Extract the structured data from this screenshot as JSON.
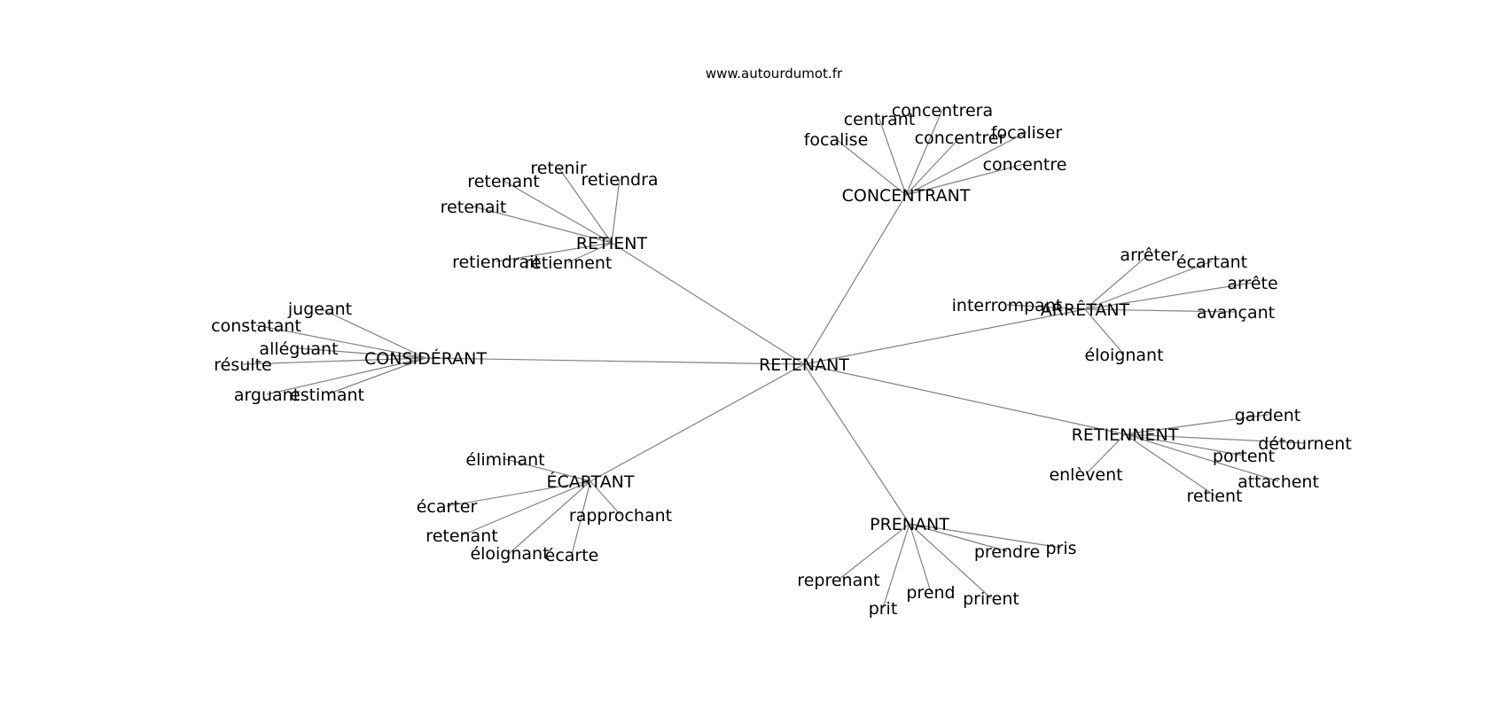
{
  "source_label": "www.autourdumot.fr",
  "colors": {
    "background": "#ffffff",
    "edge": "#808080",
    "text": "#000000"
  },
  "graph": {
    "center": "RETENANT",
    "clusters": [
      {
        "hub": "CONCENTRANT",
        "leaves": [
          "concentrera",
          "centrant",
          "concentrer",
          "focaliser",
          "focalise",
          "concentre"
        ]
      },
      {
        "hub": "RETIENT",
        "leaves": [
          "retenir",
          "retenant",
          "retiendra",
          "retenait",
          "retiendrait",
          "retiennent"
        ]
      },
      {
        "hub": "ARRÊTANT",
        "leaves": [
          "arrêter",
          "écartant",
          "arrête",
          "interrompant",
          "avançant",
          "éloignant"
        ]
      },
      {
        "hub": "CONSIDÉRANT",
        "leaves": [
          "jugeant",
          "constatant",
          "alléguant",
          "résulte",
          "arguant",
          "estimant"
        ]
      },
      {
        "hub": "RETIENNENT",
        "leaves": [
          "gardent",
          "détournent",
          "portent",
          "attachent",
          "enlèvent",
          "retient"
        ]
      },
      {
        "hub": "ÉCARTANT",
        "leaves": [
          "éliminant",
          "écarter",
          "rapprochant",
          "retenant",
          "éloignant",
          "écarte"
        ]
      },
      {
        "hub": "PRENANT",
        "leaves": [
          "pris",
          "prendre",
          "reprenant",
          "prend",
          "prirent",
          "prit"
        ]
      }
    ]
  }
}
